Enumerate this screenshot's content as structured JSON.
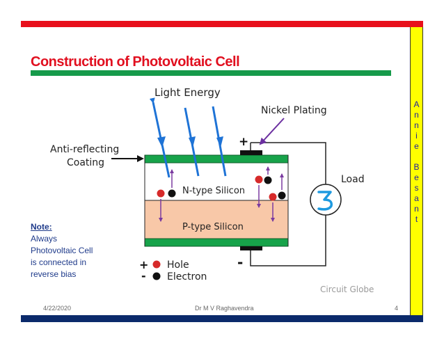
{
  "slide": {
    "title": "Construction of Photovoltaic Cell",
    "side_letters": [
      "A",
      "n",
      "n",
      "i",
      "e",
      "",
      "B",
      "e",
      "s",
      "a",
      "n",
      "t"
    ],
    "note": {
      "heading": "Note:",
      "lines": [
        "Always",
        "Photovoltaic Cell",
        "is connected in",
        "reverse bias"
      ]
    },
    "footer": {
      "date": "4/22/2020",
      "author": "Dr M V Raghavendra",
      "page": "4"
    }
  },
  "diagram": {
    "light_energy": "Light Energy",
    "nickel_plating": "Nickel Plating",
    "anti_reflecting_line1": "Anti-reflecting",
    "anti_reflecting_line2": "Coating",
    "n_type": "N-type Silicon",
    "p_type": "P-type Silicon",
    "load": "Load",
    "plus_terminal": "+",
    "minus_terminal": "-",
    "legend_hole_sign": "+",
    "legend_hole": "Hole",
    "legend_electron_sign": "-",
    "legend_electron": "Electron",
    "watermark": "Circuit Globe",
    "colors": {
      "coating_green": "#17a34a",
      "n_layer": "#ffffff",
      "p_layer": "#f8c8a8",
      "light_ray": "#1e73d6",
      "hole": "#d62a2a",
      "electron": "#111111",
      "carrier_arrow": "#7a3aa0",
      "load_symbol": "#1e9ae0"
    }
  }
}
